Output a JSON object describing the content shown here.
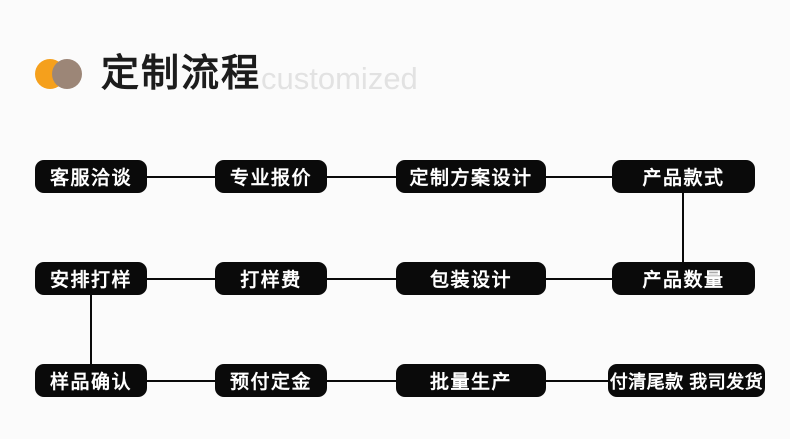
{
  "header": {
    "title_cn": "定制流程",
    "title_en": "customized",
    "dot_colors": {
      "orange": "#f5a01c",
      "brown": "#9c8677"
    }
  },
  "flow": {
    "node_fill": "#0a0a0a",
    "node_text": "#ffffff",
    "connector_color": "#0a0a0a",
    "rows": [
      {
        "nodes": [
          {
            "label": "客服洽谈"
          },
          {
            "label": "专业报价"
          },
          {
            "label": "定制方案设计"
          },
          {
            "label": "产品款式"
          }
        ]
      },
      {
        "nodes": [
          {
            "label": "安排打样"
          },
          {
            "label": "打样费"
          },
          {
            "label": "包装设计"
          },
          {
            "label": "产品数量"
          }
        ]
      },
      {
        "nodes": [
          {
            "label": "样品确认"
          },
          {
            "label": "预付定金"
          },
          {
            "label": "批量生产"
          },
          {
            "label": "付清尾款 我司发货"
          }
        ]
      }
    ]
  }
}
